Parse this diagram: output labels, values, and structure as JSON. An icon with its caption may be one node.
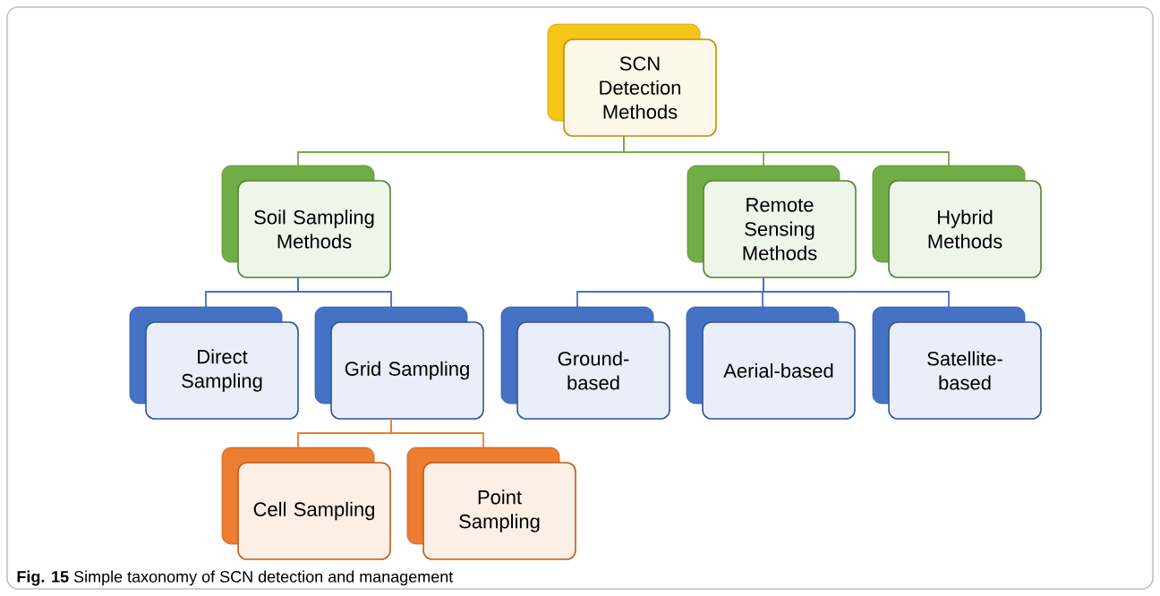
{
  "diagram": {
    "caption": "**Fig. 15** Simple taxonomy of SCN detection and management",
    "nodes": [
      {
        "text": [
          "SCN Detection Methods"
        ]
      },
      {
        "text": [
          "Soil Sampling Methods"
        ]
      },
      {
        "text": [
          "Remote Sensing Methods"
        ]
      },
      {
        "text": [
          "Hybrid Methods"
        ]
      },
      {
        "text": [
          "Direct Sampling"
        ]
      },
      {
        "text": [
          "Grid Sampling"
        ]
      },
      {
        "text": [
          "Ground-based"
        ]
      },
      {
        "text": [
          "Aerial-based"
        ]
      },
      {
        "text": [
          "Satellite-based"
        ]
      },
      {
        "text": [
          "Cell Sampling"
        ]
      },
      {
        "text": [
          "Point Sampling"
        ]
      }
    ],
    "edges": [
      {
        "from": 0,
        "to": 1,
        "arrow": "none",
        "color": "#70ad47"
      },
      {
        "from": 0,
        "to": 2,
        "arrow": "none",
        "color": "#70ad47"
      },
      {
        "from": 0,
        "to": 3,
        "arrow": "none",
        "color": "#70ad47"
      },
      {
        "from": 1,
        "to": 4,
        "arrow": "none"
      },
      {
        "from": 1,
        "to": 5,
        "arrow": "none"
      },
      {
        "from": 2,
        "to": 6,
        "arrow": "none"
      },
      {
        "from": 2,
        "to": 7,
        "arrow": "none"
      },
      {
        "from": 2,
        "to": 8,
        "arrow": "none"
      },
      {
        "from": 5,
        "to": 9,
        "arrow": "none",
        "color": "#ed7d31"
      },
      {
        "from": 5,
        "to": 10,
        "arrow": "none",
        "color": "#ed7d31"
      }
    ]
  }
}
